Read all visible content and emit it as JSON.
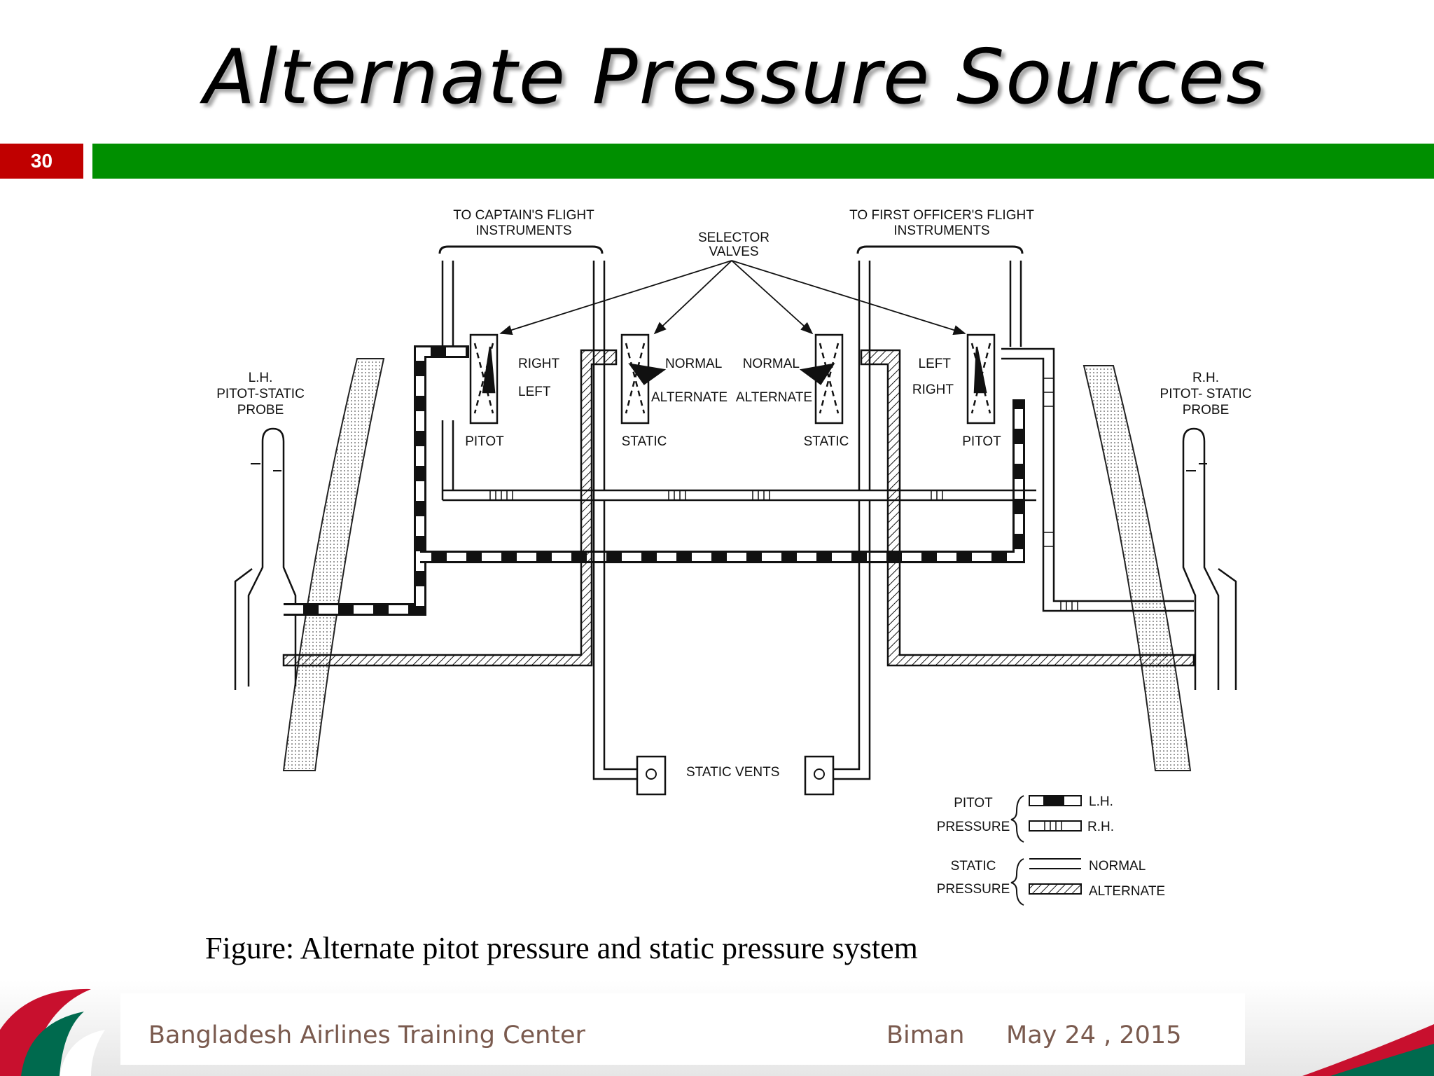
{
  "slide": {
    "title": "Alternate Pressure Sources",
    "number": "30"
  },
  "diagram": {
    "captain_label": [
      "TO CAPTAIN'S FLIGHT",
      "INSTRUMENTS"
    ],
    "fo_label": [
      "TO FIRST OFFICER'S FLIGHT",
      "INSTRUMENTS"
    ],
    "selector_label": [
      "SELECTOR",
      "VALVES"
    ],
    "lh_probe_label": [
      "L.H.",
      "PITOT-STATIC",
      "PROBE"
    ],
    "rh_probe_label": [
      "R.H.",
      "PITOT- STATIC",
      "PROBE"
    ],
    "valve1": {
      "top": "RIGHT",
      "bottom": "LEFT",
      "name": "PITOT"
    },
    "valve2": {
      "top": "NORMAL",
      "bottom": "ALTERNATE",
      "name": "STATIC"
    },
    "valve3": {
      "top": "NORMAL",
      "bottom": "ALTERNATE",
      "name": "STATIC"
    },
    "valve4": {
      "top": "LEFT",
      "bottom": "RIGHT",
      "name": "PITOT"
    },
    "static_vents": "STATIC VENTS",
    "legend": {
      "pitot": [
        "PITOT",
        "PRESSURE"
      ],
      "lh": "L.H.",
      "rh": "R.H.",
      "static": [
        "STATIC",
        "PRESSURE"
      ],
      "normal": "NORMAL",
      "alternate": "ALTERNATE"
    }
  },
  "caption": "Figure: Alternate pitot pressure and static pressure system",
  "footer": {
    "org": "Bangladesh Airlines Training Center",
    "short": "Biman",
    "date": "May 24 , 2015"
  },
  "colors": {
    "accent_red": "#c00000",
    "accent_green": "#008f00",
    "footer_text": "#7a5a4e"
  }
}
